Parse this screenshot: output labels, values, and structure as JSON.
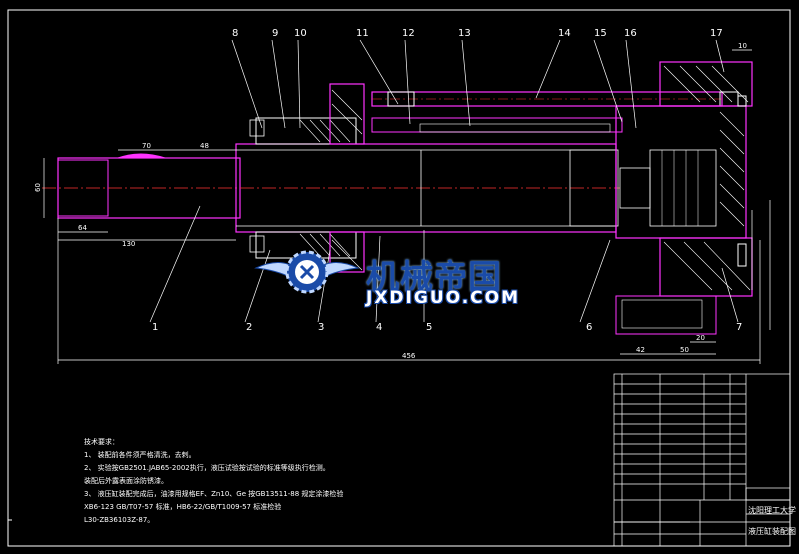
{
  "callouts": [
    "1",
    "2",
    "3",
    "4",
    "5",
    "6",
    "7",
    "8",
    "9",
    "10",
    "11",
    "12",
    "13",
    "14",
    "15",
    "16",
    "17"
  ],
  "dimensions": {
    "d70": "70",
    "d48": "48",
    "d64": "64",
    "d130": "130",
    "d456": "456",
    "d42": "42",
    "d50": "50",
    "d20": "20",
    "d10": "10",
    "d60": "60"
  },
  "tech_notes": {
    "title": "技术要求：",
    "lines": [
      "1、 装配前各件须严格清洗，去刺。",
      "2、 实验按GB2501.JAB65-2002执行，液压试验按试验的标准等级执行检测。",
      "   装配后外露表面涂防锈漆。",
      "3、 液压缸装配完成后，油漆用规格EF、Zn10、Ge 按GB13511-88 规定涂漆检验",
      "   XB6-123 GB/T07-57 标准，HB6-22/GB/T1009-57 标准检验",
      "   L30-ZB36103Z-87。"
    ]
  },
  "title_block": {
    "school": "沈阳理工大学",
    "drawing": "液压缸装配图"
  },
  "watermark": {
    "cn": "机械帝国",
    "en": "JXDIGUO.COM"
  }
}
